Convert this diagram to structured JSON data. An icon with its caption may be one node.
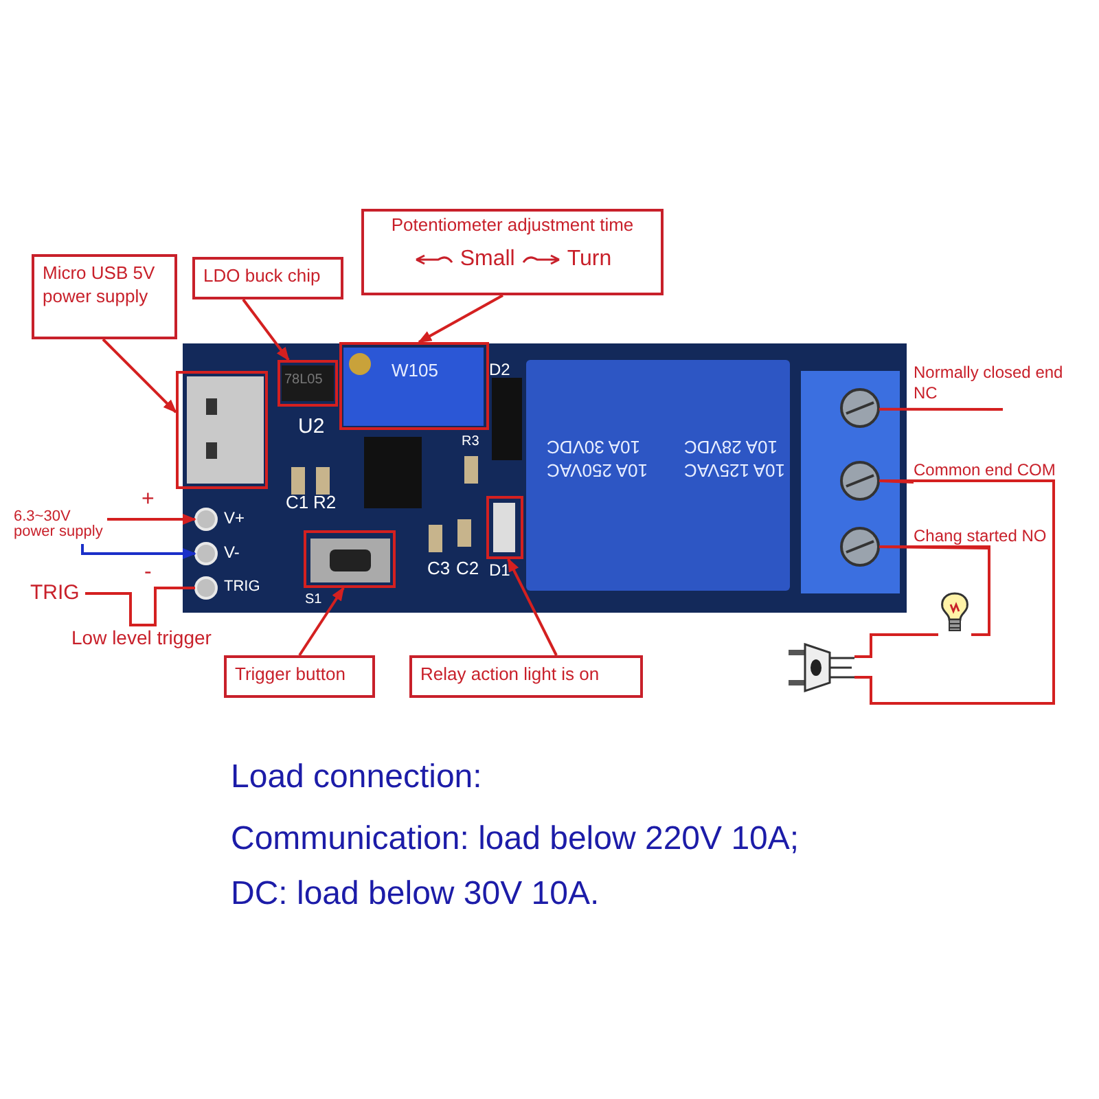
{
  "diagram": {
    "nodes": [
      {
        "text": [
          "Micro USB 5V power supply"
        ]
      },
      {
        "text": [
          "LDO buck chip"
        ]
      },
      {
        "text": [
          "Potentiometer adjustment time",
          "Small",
          "Turn"
        ]
      },
      {
        "text": [],
        "shape": "box"
      },
      {
        "text": [],
        "shape": "box"
      },
      {
        "text": [],
        "shape": "box"
      },
      {
        "text": [
          "Trigger button"
        ]
      },
      {
        "text": [
          "Relay action light is on"
        ]
      },
      {
        "text": [],
        "shape": "box"
      },
      {
        "text": [],
        "shape": "box"
      },
      {
        "text": [
          "Normally closed end NC"
        ]
      },
      {
        "text": [
          "Common end COM"
        ]
      },
      {
        "text": [
          "Chang started NO"
        ]
      },
      {
        "text": [],
        "shape": "circle"
      },
      {
        "text": [],
        "shape": "circle"
      },
      {
        "text": [],
        "shape": "circle"
      },
      {
        "text": [
          "6.3~30V power supply"
        ]
      },
      {
        "text": [],
        "shape": "circle"
      },
      {
        "text": [],
        "shape": "circle"
      },
      {
        "text": [
          "TRIG"
        ]
      },
      {
        "text": [],
        "shape": "circle"
      },
      {
        "text": [],
        "shape": "picture"
      },
      {
        "text": [],
        "shape": "picture"
      }
    ],
    "edges": [
      {
        "from": 0,
        "to": 3,
        "arrow": "to"
      },
      {
        "from": 1,
        "to": 4,
        "arrow": "to"
      },
      {
        "from": 2,
        "to": 5,
        "arrow": "to"
      },
      {
        "from": 6,
        "to": 8,
        "arrow": "to"
      },
      {
        "from": 7,
        "to": 9,
        "arrow": "to"
      },
      {
        "from": 10,
        "to": 13,
        "arrow": "none"
      },
      {
        "from": 11,
        "to": 14,
        "arrow": "none"
      },
      {
        "from": 12,
        "to": 15,
        "arrow": "none"
      },
      {
        "from": 16,
        "to": 17,
        "arrow": "to"
      },
      {
        "from": 16,
        "to": 18,
        "arrow": "to",
        "color": "#1a2fc8"
      },
      {
        "from": 19,
        "to": 20,
        "arrow": "none"
      },
      {
        "from": 15,
        "to": 21,
        "arrow": "none"
      },
      {
        "from": 21,
        "to": 22,
        "arrow": "none"
      },
      {
        "from": 14,
        "to": 22,
        "arrow": "none"
      }
    ],
    "labels": [
      "+",
      "-",
      "Low level trigger",
      "78L05",
      "W105",
      "U2",
      "D2",
      "R3",
      "C1",
      "R2",
      "V+",
      "V-",
      "TRIG",
      "S1",
      "C3",
      "C2",
      "D1",
      "10A 250VAC",
      "10A 125VAC",
      "10A 30VDC",
      "10A 28VDC",
      "Load connection:",
      "Communication: load below 220V 10A;",
      "DC: load below 30V 10A."
    ]
  }
}
